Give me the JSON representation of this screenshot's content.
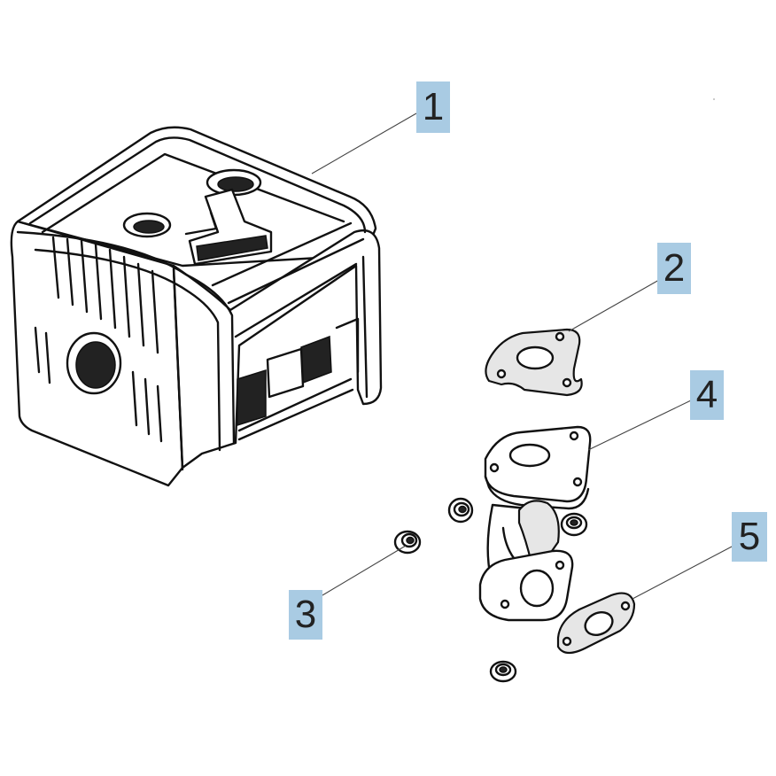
{
  "callouts": [
    {
      "id": "1",
      "label": "1"
    },
    {
      "id": "2",
      "label": "2"
    },
    {
      "id": "3",
      "label": "3"
    },
    {
      "id": "4",
      "label": "4"
    },
    {
      "id": "5",
      "label": "5"
    }
  ],
  "colors": {
    "callout_fill": "#a9cbe3",
    "line": "#111111",
    "background": "#ffffff"
  }
}
